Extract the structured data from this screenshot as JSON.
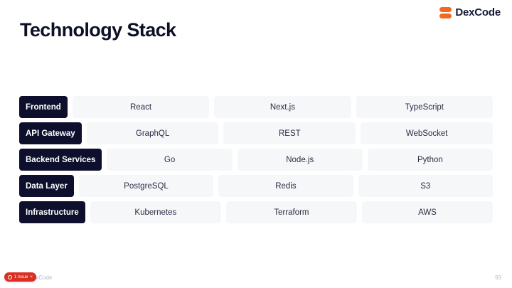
{
  "brand": {
    "logo_text": "DexCode",
    "footer_text": "DexCode",
    "accent_color": "#f26a21"
  },
  "slide": {
    "title": "Technology Stack",
    "page_number": "93"
  },
  "stack": {
    "rows": [
      {
        "label": "Frontend",
        "items": [
          "React",
          "Next.js",
          "TypeScript"
        ]
      },
      {
        "label": "API Gateway",
        "items": [
          "GraphQL",
          "REST",
          "WebSocket"
        ]
      },
      {
        "label": "Backend Services",
        "items": [
          "Go",
          "Node.js",
          "Python"
        ]
      },
      {
        "label": "Data Layer",
        "items": [
          "PostgreSQL",
          "Redis",
          "S3"
        ]
      },
      {
        "label": "Infrastructure",
        "items": [
          "Kubernetes",
          "Terraform",
          "AWS"
        ]
      }
    ]
  },
  "issues_badge": {
    "label": "1 Issue",
    "close_glyph": "×"
  },
  "colors": {
    "label_bg": "#0d0f2c",
    "cell_bg": "#f6f7f9",
    "title": "#0d1026",
    "issue_badge": "#d93025"
  }
}
